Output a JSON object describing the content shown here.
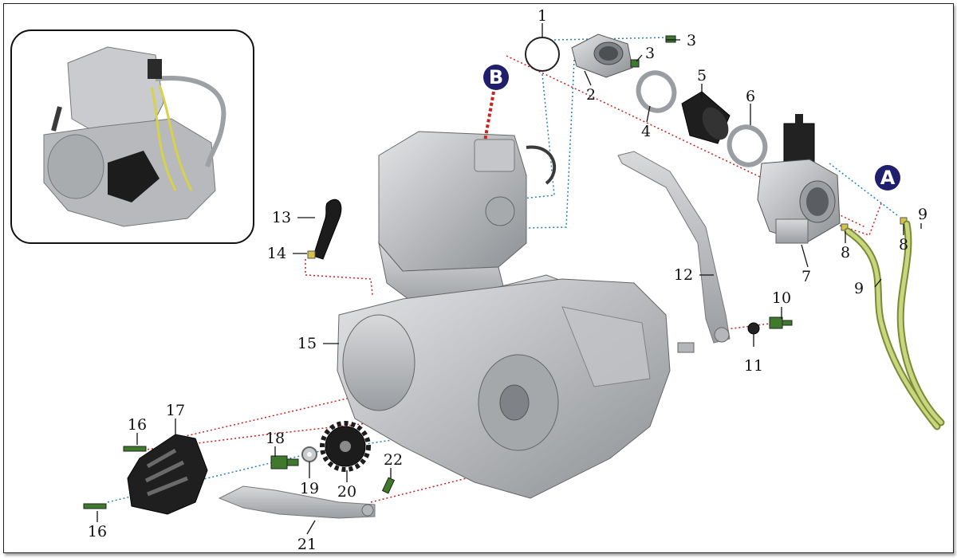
{
  "diagram": {
    "markers": {
      "a": "A",
      "b": "B"
    },
    "callouts": {
      "c1": "1",
      "c2": "2",
      "c3a": "3",
      "c3b": "3",
      "c4": "4",
      "c5": "5",
      "c6": "6",
      "c7": "7",
      "c8a": "8",
      "c8b": "8",
      "c9a": "9",
      "c9b": "9",
      "c10": "10",
      "c11": "11",
      "c12": "12",
      "c13": "13",
      "c14": "14",
      "c15": "15",
      "c16a": "16",
      "c16b": "16",
      "c17": "17",
      "c18": "18",
      "c19": "19",
      "c20": "20",
      "c21": "21",
      "c22": "22"
    },
    "colors": {
      "marker_fill": "#1f1f6e",
      "red_leader": "#cc1f1f",
      "blue_leader": "#2a7fb0",
      "hose": "#b8cc6a",
      "engine": "#b4b6b9"
    }
  }
}
